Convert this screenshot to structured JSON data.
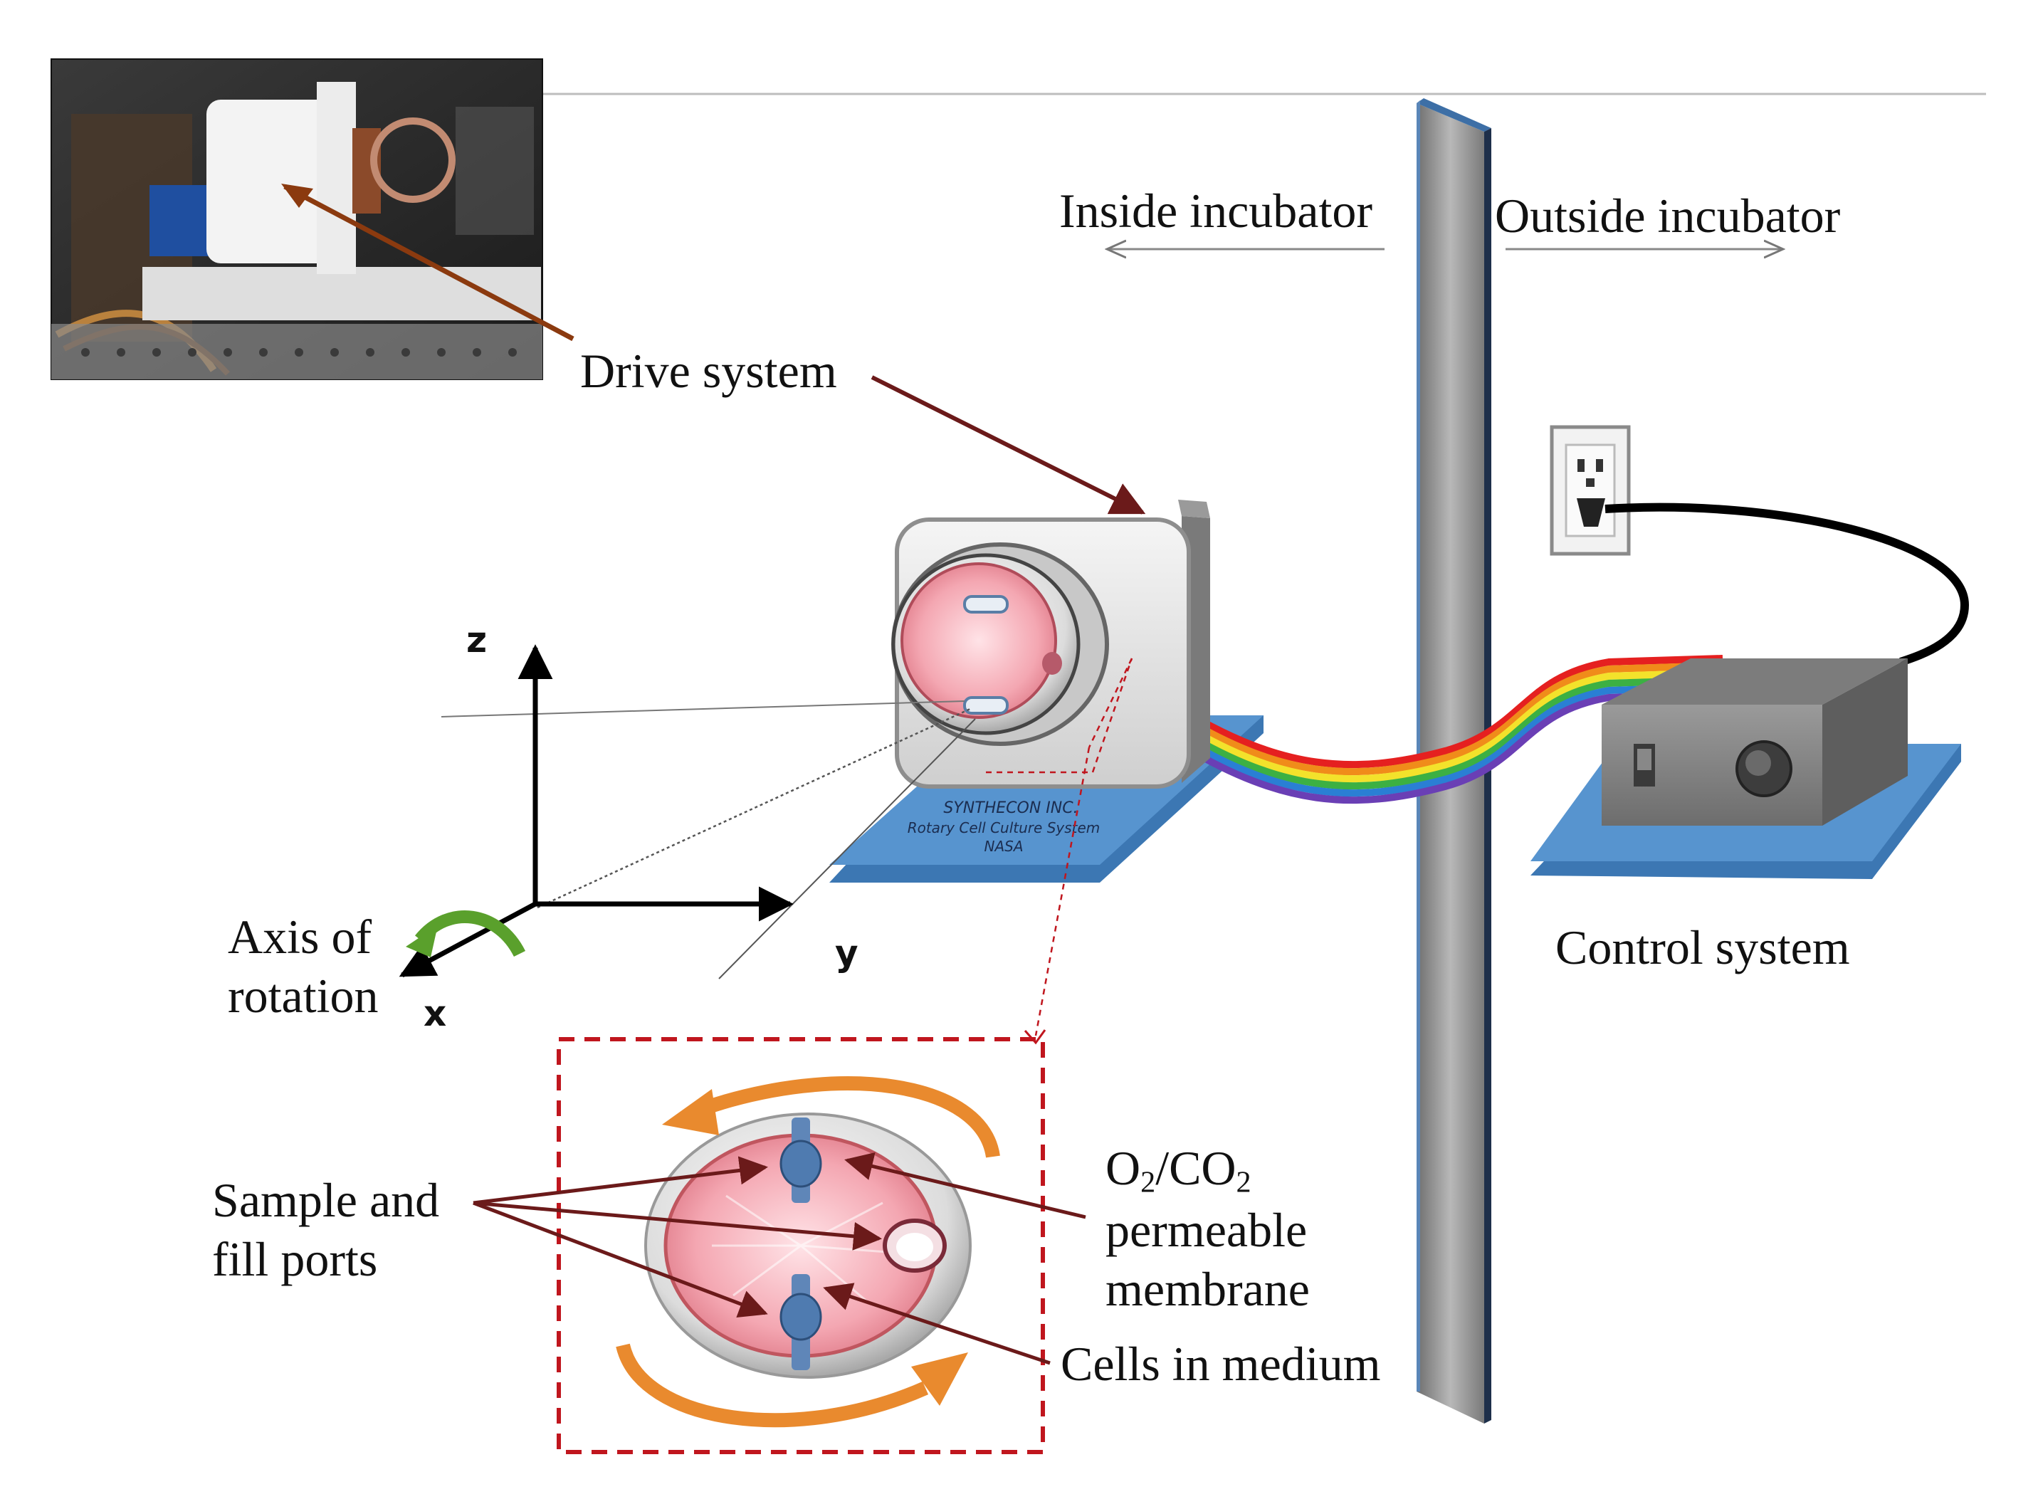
{
  "labels": {
    "drive_system": "Drive system",
    "inside_incubator": "Inside incubator",
    "outside_incubator": "Outside incubator",
    "control_system": "Control system",
    "axis_of_rotation_line1": "Axis of",
    "axis_of_rotation_line2": "rotation",
    "sample_fill_line1": "Sample and",
    "sample_fill_line2": "fill ports",
    "membrane_o2": "O",
    "membrane_o2_sub": "2",
    "membrane_co2": "/CO",
    "membrane_co2_sub": "2",
    "membrane_line2": "permeable",
    "membrane_line3": "membrane",
    "cells_in_medium": "Cells in medium"
  },
  "axes": {
    "x": "x",
    "y": "y",
    "z": "z"
  },
  "base_plate_text": {
    "line1": "SYNTHECON INC.",
    "line2": "Rotary Cell Culture System",
    "line3": "NASA"
  },
  "colors": {
    "wall": "#8a8a8a",
    "wall_edge": "#2f5c8f",
    "base_plate": "#4a86c2",
    "drive_arrow": "#6b1a1a",
    "photo_arrow": "#8b3a0f",
    "inset_box": "#c0161e",
    "rotation_arrows": "#e98a2e",
    "rotation_axis_arrow": "#5aa02c",
    "vessel_pink": "#f2a6b0"
  },
  "icons": [
    "power-outlet-icon",
    "power-switch-icon",
    "control-knob-icon"
  ]
}
